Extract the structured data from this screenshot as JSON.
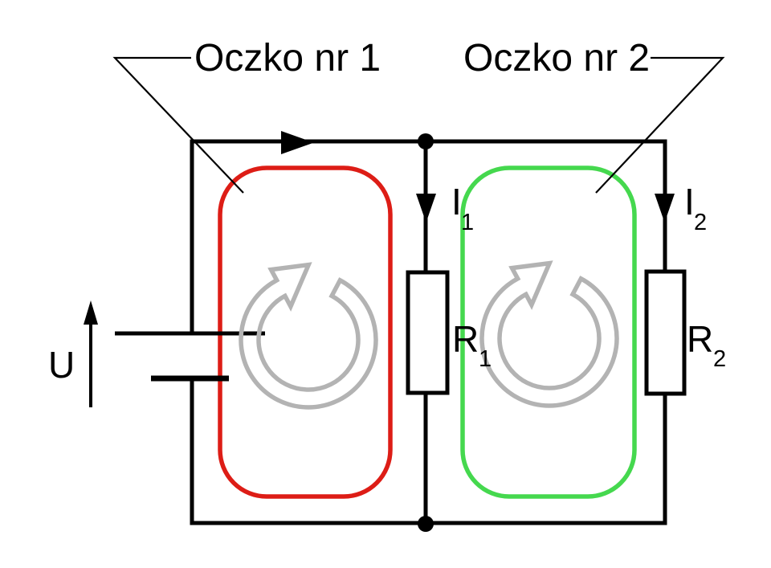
{
  "diagram": {
    "type": "circuit-mesh-analysis",
    "mesh1": {
      "label": "Oczko nr 1",
      "loop_color": "#dd1d16"
    },
    "mesh2": {
      "label": "Oczko nr 2",
      "loop_color": "#45d84e"
    },
    "source": {
      "label": "U"
    },
    "currents": {
      "i1": {
        "main": "I",
        "sub": "1"
      },
      "i2": {
        "main": "I",
        "sub": "2"
      }
    },
    "resistors": {
      "r1": {
        "main": "R",
        "sub": "1"
      },
      "r2": {
        "main": "R",
        "sub": "2"
      }
    },
    "colors": {
      "wire": "#000000",
      "rotation_arrow": "#b3b3b3",
      "background": "#ffffff"
    }
  }
}
